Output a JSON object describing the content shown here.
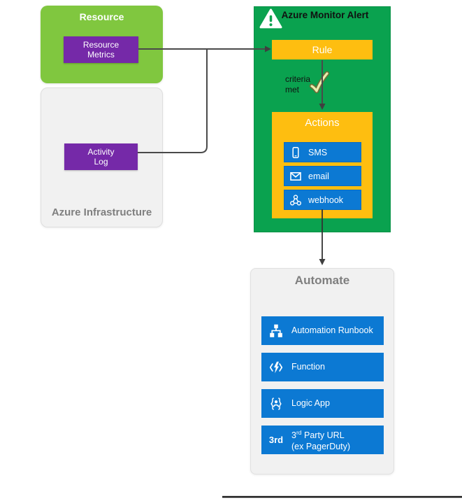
{
  "colors": {
    "monitor_green": "#0AA24F",
    "resource_green": "#80C73F",
    "node_purple": "#7529A8",
    "rule_gold": "#FEBE10",
    "item_blue": "#0C79D3",
    "group_gray": "#F1F1F1",
    "title_gray": "#7F7F7F",
    "connector_gray": "#464646"
  },
  "resource": {
    "title": "Resource",
    "metrics_label": "Resource Metrics"
  },
  "infrastructure": {
    "title": "Azure Infrastructure",
    "activity_log_label": "Activity Log"
  },
  "monitor_alert": {
    "title": "Azure Monitor Alert",
    "warning_icon": "warning-triangle-icon",
    "rule_label": "Rule",
    "criteria_label": "criteria met",
    "check_icon": "checkmark-icon",
    "actions": {
      "title": "Actions",
      "items": [
        {
          "label": "SMS",
          "icon": "smartphone-icon"
        },
        {
          "label": "email",
          "icon": "envelope-icon"
        },
        {
          "label": "webhook",
          "icon": "webhook-icon"
        }
      ]
    }
  },
  "automate": {
    "title": "Automate",
    "items": [
      {
        "label": "Automation Runbook",
        "icon": "hierarchy-icon"
      },
      {
        "label": "Function",
        "icon": "function-bolt-icon"
      },
      {
        "label": "Logic App",
        "icon": "logic-app-icon"
      },
      {
        "icon": "third-party-text-icon",
        "icon_text": "3rd",
        "label_pre": "3",
        "label_sup": "rd",
        "label_mid": " Party URL",
        "label_line2": "(ex PagerDuty)"
      }
    ]
  }
}
